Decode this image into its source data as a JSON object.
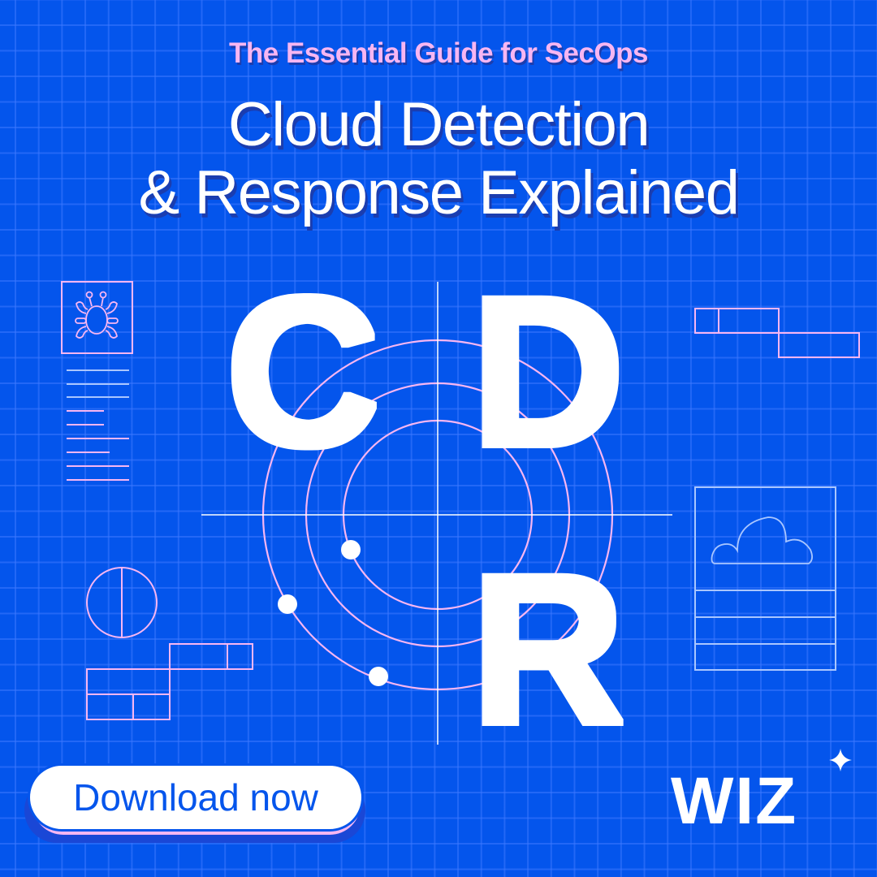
{
  "header": {
    "eyebrow": "The Essential Guide for SecOps",
    "title_line1": "Cloud Detection",
    "title_line2": "& Response Explained"
  },
  "hero": {
    "letters": [
      "C",
      "D",
      "R"
    ],
    "icons": [
      "bug-icon",
      "cloud-icon",
      "radar-target-icon"
    ]
  },
  "cta": {
    "label": "Download now"
  },
  "brand": {
    "logo_text": "WIZ",
    "logo_icon": "sparkle-icon"
  },
  "colors": {
    "background": "#0455EC",
    "accent_pink": "#F7B6F2",
    "text": "#FFFFFF",
    "cloud_line": "#A9C6FF"
  }
}
